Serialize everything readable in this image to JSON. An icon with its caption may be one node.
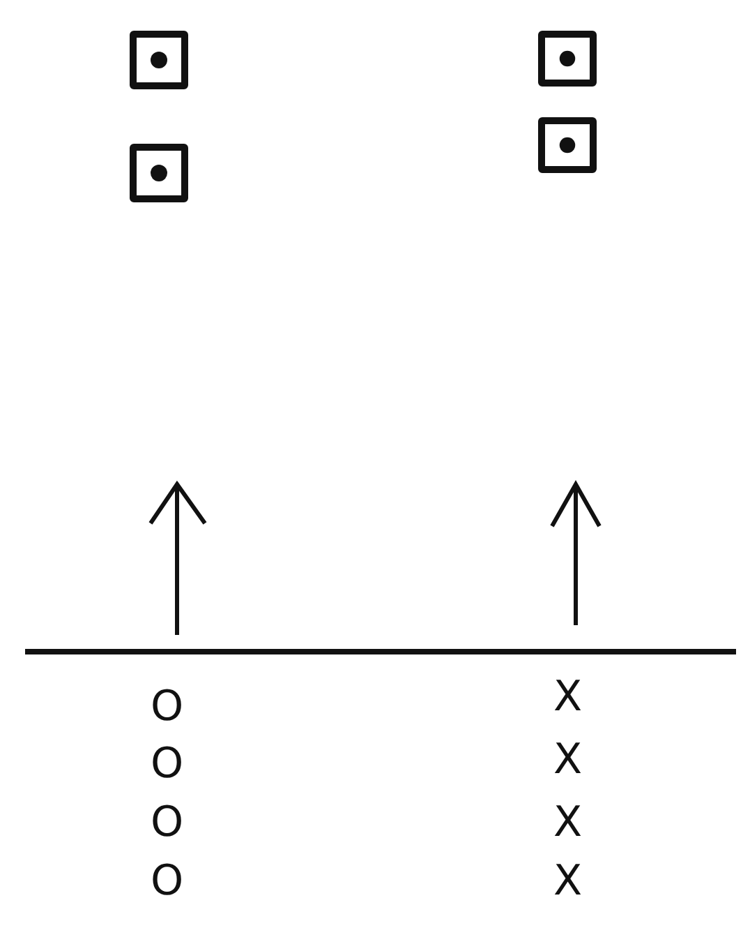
{
  "diagram": {
    "nodes": [
      {
        "text": [],
        "shape": "box"
      },
      {
        "text": [],
        "shape": "box"
      },
      {
        "text": [],
        "shape": "box"
      },
      {
        "text": [],
        "shape": "box"
      }
    ],
    "labels": [
      "O",
      "X",
      "O",
      "X",
      "O",
      "X",
      "O",
      "X"
    ]
  }
}
